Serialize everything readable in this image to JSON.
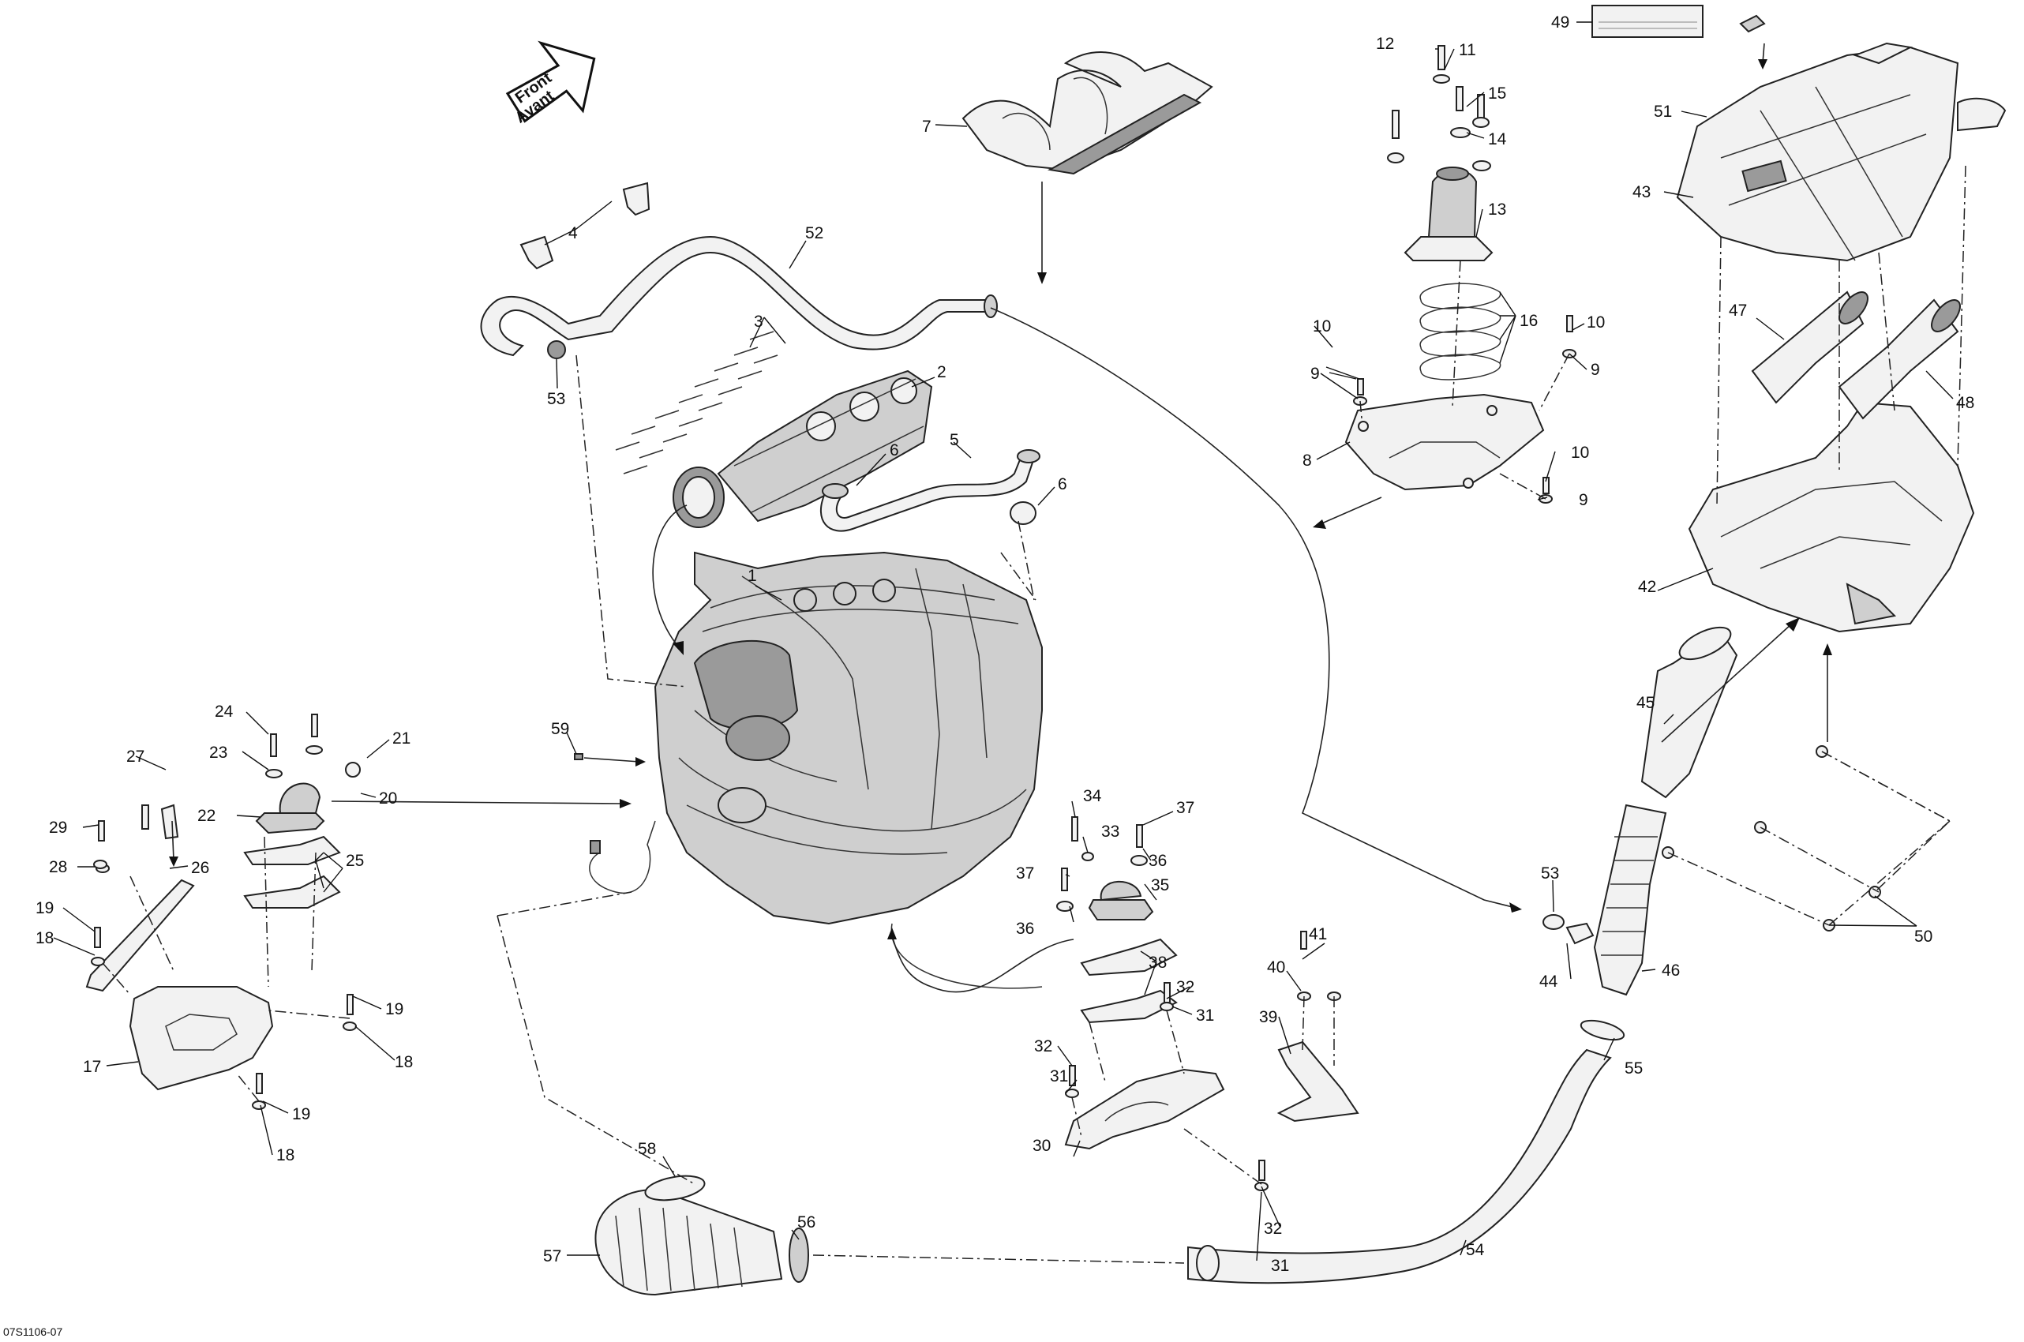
{
  "direction_arrow": {
    "line1": "Front",
    "line2": "Avant"
  },
  "diagram_code": "07S1106-07",
  "decal_text": "",
  "labels": [
    {
      "id": "1",
      "text": "1"
    },
    {
      "id": "2",
      "text": "2"
    },
    {
      "id": "3",
      "text": "3"
    },
    {
      "id": "4",
      "text": "4"
    },
    {
      "id": "5",
      "text": "5"
    },
    {
      "id": "6a",
      "text": "6"
    },
    {
      "id": "6b",
      "text": "6"
    },
    {
      "id": "7",
      "text": "7"
    },
    {
      "id": "8",
      "text": "8"
    },
    {
      "id": "9a",
      "text": "9"
    },
    {
      "id": "9b",
      "text": "9"
    },
    {
      "id": "9c",
      "text": "9"
    },
    {
      "id": "10a",
      "text": "10"
    },
    {
      "id": "10b",
      "text": "10"
    },
    {
      "id": "10c",
      "text": "10"
    },
    {
      "id": "11",
      "text": "11"
    },
    {
      "id": "12",
      "text": "12"
    },
    {
      "id": "13",
      "text": "13"
    },
    {
      "id": "14",
      "text": "14"
    },
    {
      "id": "15",
      "text": "15"
    },
    {
      "id": "16",
      "text": "16"
    },
    {
      "id": "17",
      "text": "17"
    },
    {
      "id": "18a",
      "text": "18"
    },
    {
      "id": "18b",
      "text": "18"
    },
    {
      "id": "18c",
      "text": "18"
    },
    {
      "id": "19a",
      "text": "19"
    },
    {
      "id": "19b",
      "text": "19"
    },
    {
      "id": "19c",
      "text": "19"
    },
    {
      "id": "20",
      "text": "20"
    },
    {
      "id": "21",
      "text": "21"
    },
    {
      "id": "22",
      "text": "22"
    },
    {
      "id": "23",
      "text": "23"
    },
    {
      "id": "24",
      "text": "24"
    },
    {
      "id": "25",
      "text": "25"
    },
    {
      "id": "26",
      "text": "26"
    },
    {
      "id": "27",
      "text": "27"
    },
    {
      "id": "28",
      "text": "28"
    },
    {
      "id": "29",
      "text": "29"
    },
    {
      "id": "30",
      "text": "30"
    },
    {
      "id": "31a",
      "text": "31"
    },
    {
      "id": "31b",
      "text": "31"
    },
    {
      "id": "31c",
      "text": "31"
    },
    {
      "id": "32a",
      "text": "32"
    },
    {
      "id": "32b",
      "text": "32"
    },
    {
      "id": "32c",
      "text": "32"
    },
    {
      "id": "33",
      "text": "33"
    },
    {
      "id": "34",
      "text": "34"
    },
    {
      "id": "35",
      "text": "35"
    },
    {
      "id": "36a",
      "text": "36"
    },
    {
      "id": "36b",
      "text": "36"
    },
    {
      "id": "37a",
      "text": "37"
    },
    {
      "id": "37b",
      "text": "37"
    },
    {
      "id": "38",
      "text": "38"
    },
    {
      "id": "39",
      "text": "39"
    },
    {
      "id": "40",
      "text": "40"
    },
    {
      "id": "41",
      "text": "41"
    },
    {
      "id": "42",
      "text": "42"
    },
    {
      "id": "43",
      "text": "43"
    },
    {
      "id": "44",
      "text": "44"
    },
    {
      "id": "45",
      "text": "45"
    },
    {
      "id": "46",
      "text": "46"
    },
    {
      "id": "47",
      "text": "47"
    },
    {
      "id": "48",
      "text": "48"
    },
    {
      "id": "49",
      "text": "49"
    },
    {
      "id": "50",
      "text": "50"
    },
    {
      "id": "51",
      "text": "51"
    },
    {
      "id": "52",
      "text": "52"
    },
    {
      "id": "53a",
      "text": "53"
    },
    {
      "id": "53b",
      "text": "53"
    },
    {
      "id": "54",
      "text": "54"
    },
    {
      "id": "55",
      "text": "55"
    },
    {
      "id": "56",
      "text": "56"
    },
    {
      "id": "57",
      "text": "57"
    },
    {
      "id": "58",
      "text": "58"
    },
    {
      "id": "59",
      "text": "59"
    }
  ]
}
